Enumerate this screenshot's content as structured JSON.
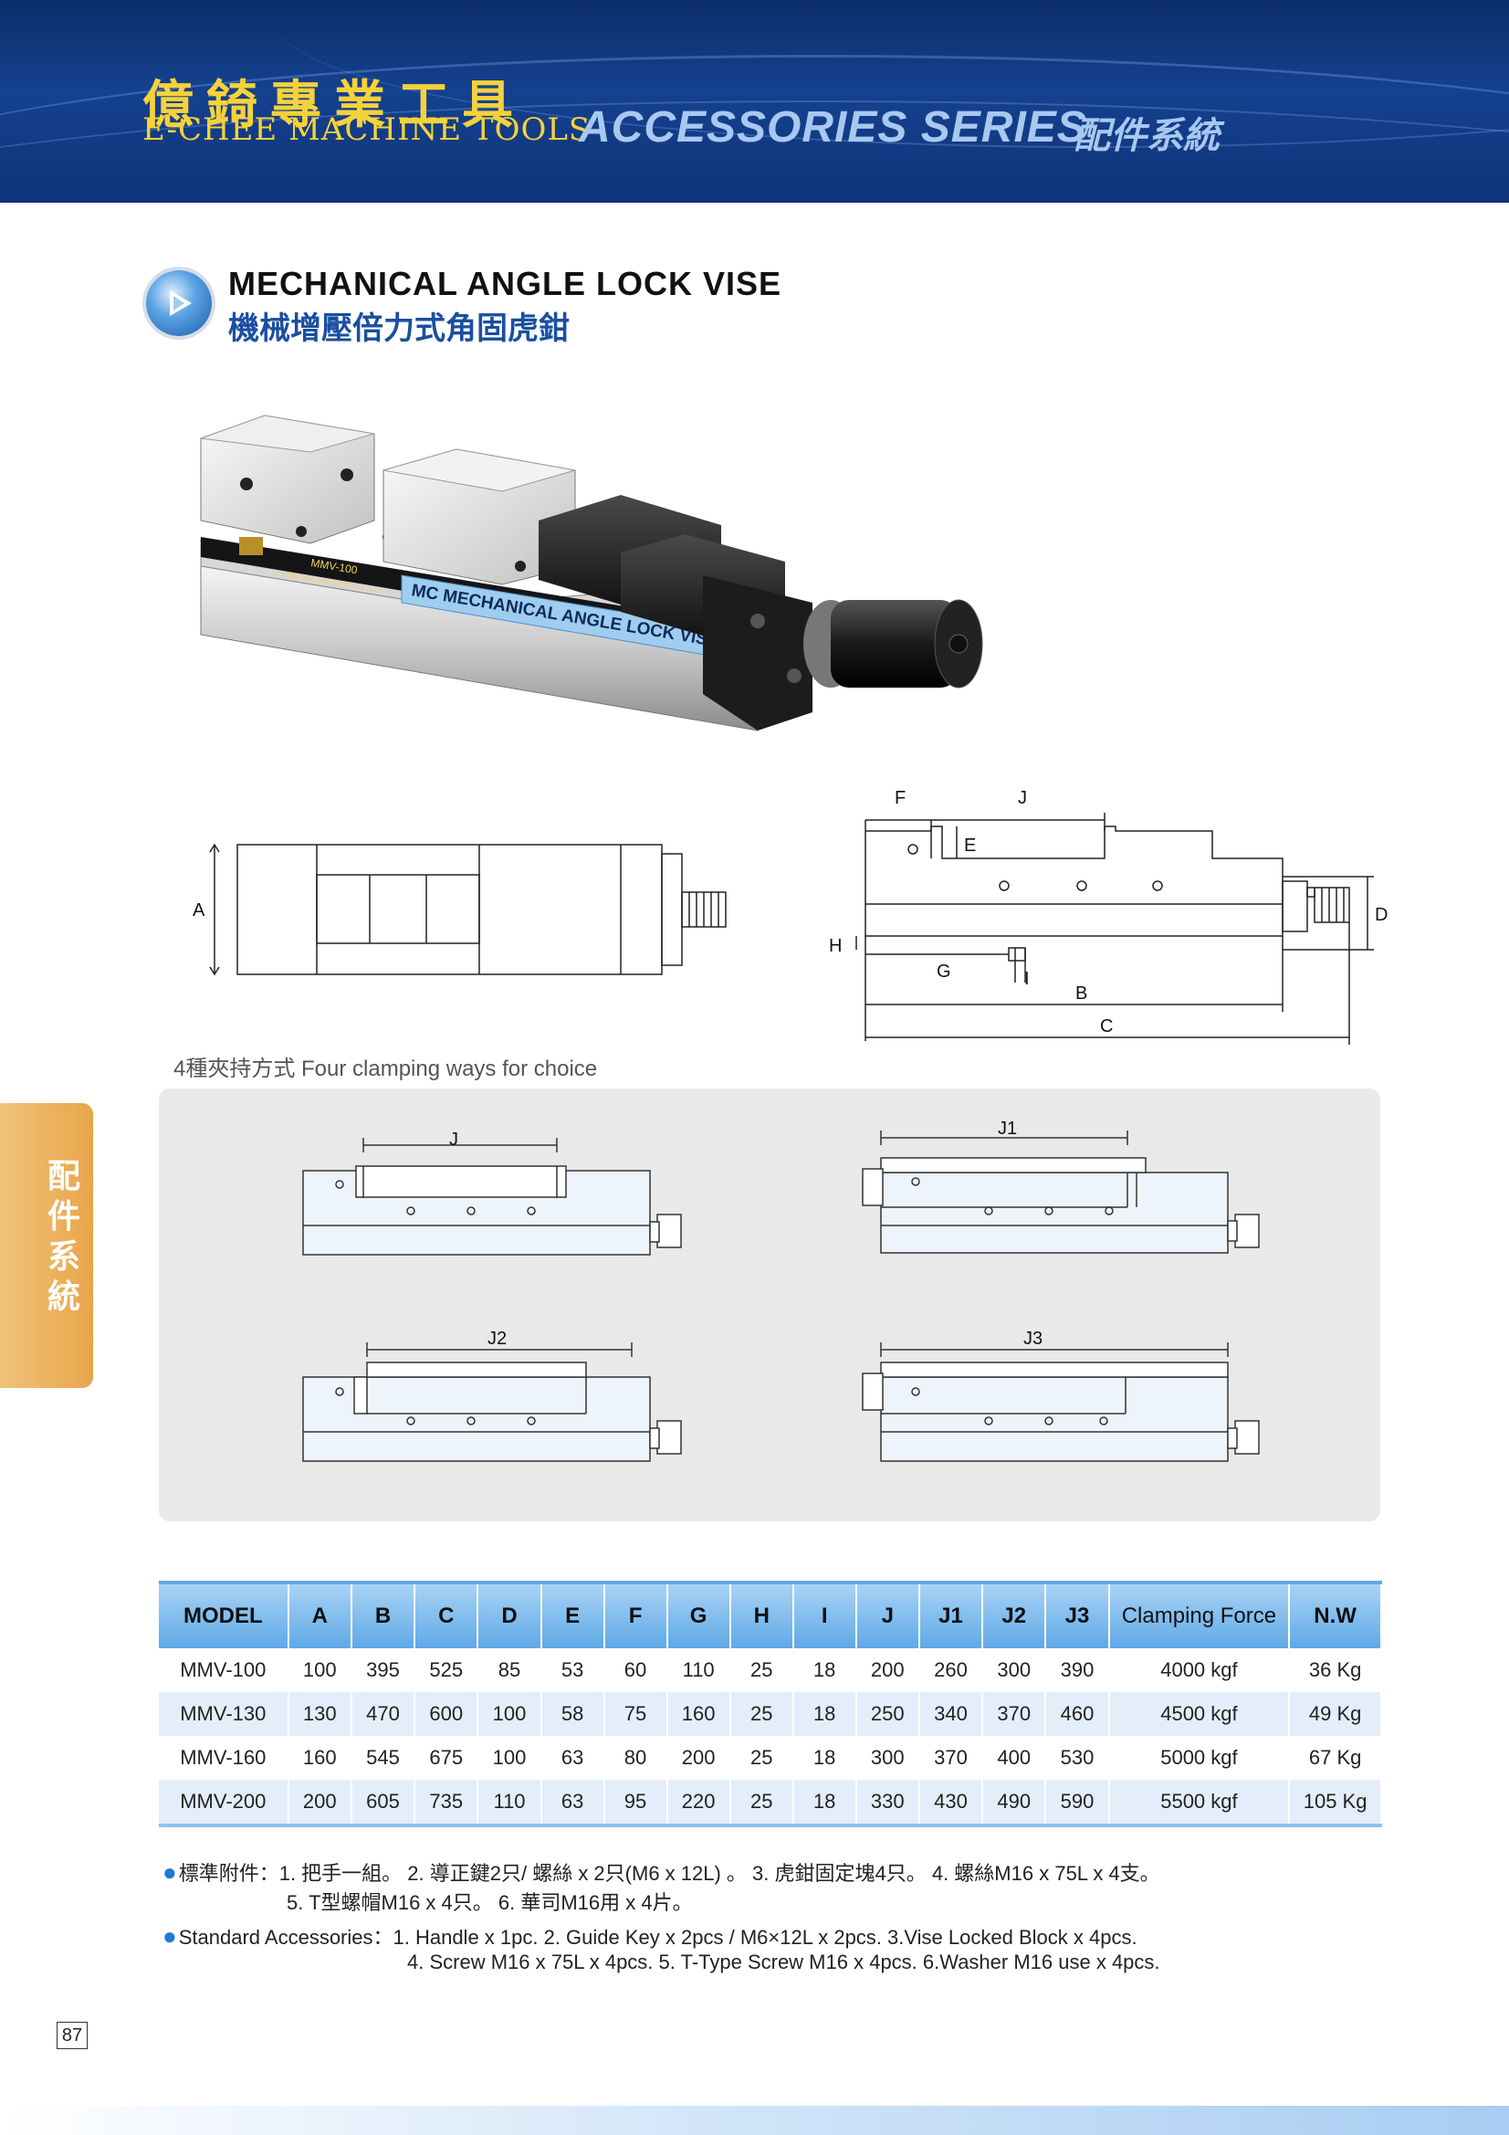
{
  "header": {
    "brand_cn": "億錡專業工具",
    "brand_en": "E-CHEE MACHINE TOOLS",
    "series_en": "ACCESSORIES SERIES",
    "series_cn": "配件系統"
  },
  "section": {
    "title_en": "MECHANICAL ANGLE LOCK VISE",
    "title_cn": "機械增壓倍力式角固虎鉗"
  },
  "product_image": {
    "body_label": "MC MECHANICAL ANGLE LOCK VISE",
    "model_plate": "MMV-100",
    "maker_plate": "E-CHEE MACHINE TOOLS CO., LTD"
  },
  "dimension_labels": {
    "a": "A",
    "b": "B",
    "c": "C",
    "d": "D",
    "e": "E",
    "f": "F",
    "g": "G",
    "h": "H",
    "i": "I",
    "j": "J",
    "j1": "J1",
    "j2": "J2",
    "j3": "J3"
  },
  "clamping_caption": "4種夾持方式 Four clamping ways for choice",
  "side_tab": "配件系統",
  "table": {
    "headers": [
      "MODEL",
      "A",
      "B",
      "C",
      "D",
      "E",
      "F",
      "G",
      "H",
      "I",
      "J",
      "J1",
      "J2",
      "J3",
      "Clamping Force",
      "N.W"
    ],
    "rows": [
      [
        "MMV-100",
        "100",
        "395",
        "525",
        "85",
        "53",
        "60",
        "110",
        "25",
        "18",
        "200",
        "260",
        "300",
        "390",
        "4000 kgf",
        "36 Kg"
      ],
      [
        "MMV-130",
        "130",
        "470",
        "600",
        "100",
        "58",
        "75",
        "160",
        "25",
        "18",
        "250",
        "340",
        "370",
        "460",
        "4500 kgf",
        "49 Kg"
      ],
      [
        "MMV-160",
        "160",
        "545",
        "675",
        "100",
        "63",
        "80",
        "200",
        "25",
        "18",
        "300",
        "370",
        "400",
        "530",
        "5000 kgf",
        "67 Kg"
      ],
      [
        "MMV-200",
        "200",
        "605",
        "735",
        "110",
        "63",
        "95",
        "220",
        "25",
        "18",
        "330",
        "430",
        "490",
        "590",
        "5500 kgf",
        "105 Kg"
      ]
    ]
  },
  "notes": {
    "cn_line1": "標準附件：1. 把手一組。 2. 導正鍵2只/ 螺絲  x 2只(M6 x 12L) 。 3. 虎鉗固定塊4只。 4. 螺絲M16 x 75L x 4支。",
    "cn_line2": "5. T型螺帽M16 x 4只。 6. 華司M16用 x 4片。",
    "en_line1": "Standard Accessories：1. Handle x 1pc.  2. Guide Key x 2pcs / M6×12L x 2pcs.     3.Vise Locked Block x 4pcs.",
    "en_line2": "4. Screw M16 x 75L x 4pcs.   5. T-Type Screw M16 x 4pcs.  6.Washer M16 use x 4pcs."
  },
  "page_number": "87"
}
